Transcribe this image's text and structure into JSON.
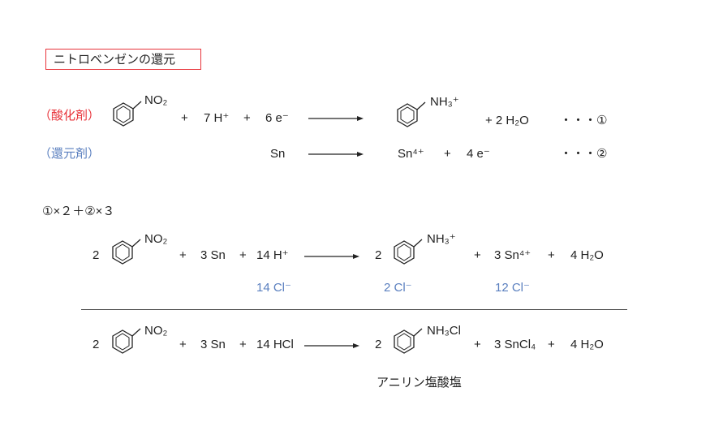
{
  "title": "ニトロベンゼンの還元",
  "oxidant_label": "（酸化剤）",
  "reductant_label": "（還元剤）",
  "eq1": {
    "substituent": "NO₂",
    "plus1": "+",
    "h_plus": "7 H⁺",
    "plus2": "+",
    "electrons": "6 e⁻",
    "product_sub": "NH₃⁺",
    "water": "+ 2 H₂O",
    "marker": "・・・①"
  },
  "eq2": {
    "reactant": "Sn",
    "product": "Sn⁴⁺",
    "plus": "+",
    "electrons": "4 e⁻",
    "marker": "・・・②"
  },
  "combine_note": "①×２＋②×３",
  "eq3": {
    "coef1": "2",
    "substituent": "NO₂",
    "plus1": "+",
    "sn": "3 Sn",
    "plus2": "+",
    "h_plus": "14 H⁺",
    "coef2": "2",
    "product_sub": "NH₃⁺",
    "plus3": "+",
    "sn4": "3 Sn⁴⁺",
    "plus4": "+",
    "water": "4 H₂O"
  },
  "counter_ions": {
    "cl_14": "14 Cl⁻",
    "cl_2": "2 Cl⁻",
    "cl_12": "12 Cl⁻"
  },
  "eq4": {
    "coef1": "2",
    "substituent": "NO₂",
    "plus1": "+",
    "sn": "3 Sn",
    "plus2": "+",
    "hcl": "14 HCl",
    "coef2": "2",
    "product_sub": "NH₃Cl",
    "plus3": "+",
    "sncl4": "3 SnCl₄",
    "plus4": "+",
    "water": "4 H₂O"
  },
  "product_name": "アニリン塩酸塩",
  "colors": {
    "red": "#e8333a",
    "blue": "#5a7fbf",
    "text": "#222222"
  }
}
